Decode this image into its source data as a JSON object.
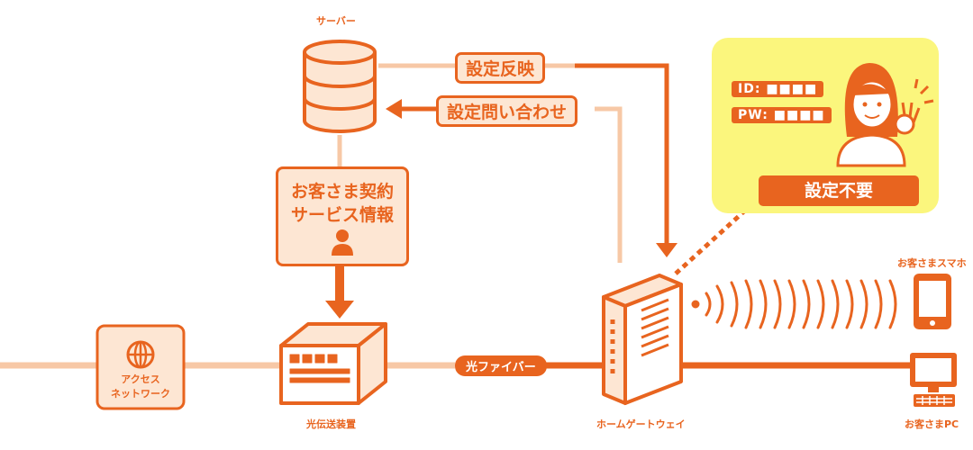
{
  "nodes": {
    "server": "サーバー",
    "access_network_line1": "アクセス",
    "access_network_line2": "ネットワーク",
    "optical_transmitter": "光伝送装置",
    "home_gateway": "ホームゲートウェイ",
    "smartphone": "お客さまスマホ",
    "pc": "お客さまPC"
  },
  "links": {
    "settings_apply": "設定反映",
    "settings_inquiry": "設定問い合わせ",
    "fiber": "光ファイバー"
  },
  "info_box": {
    "line1": "お客さま契約",
    "line2": "サービス情報"
  },
  "callout": {
    "id_label": "ID:",
    "id_value": "■■■■",
    "pw_label": "PW:",
    "pw_value": "■■■■",
    "no_setup": "設定不要"
  },
  "colors": {
    "accent": "#e8641f",
    "accent_light": "#f7c8a6",
    "chip_fill": "#fde6d3",
    "callout_bg": "#fbf67d"
  }
}
